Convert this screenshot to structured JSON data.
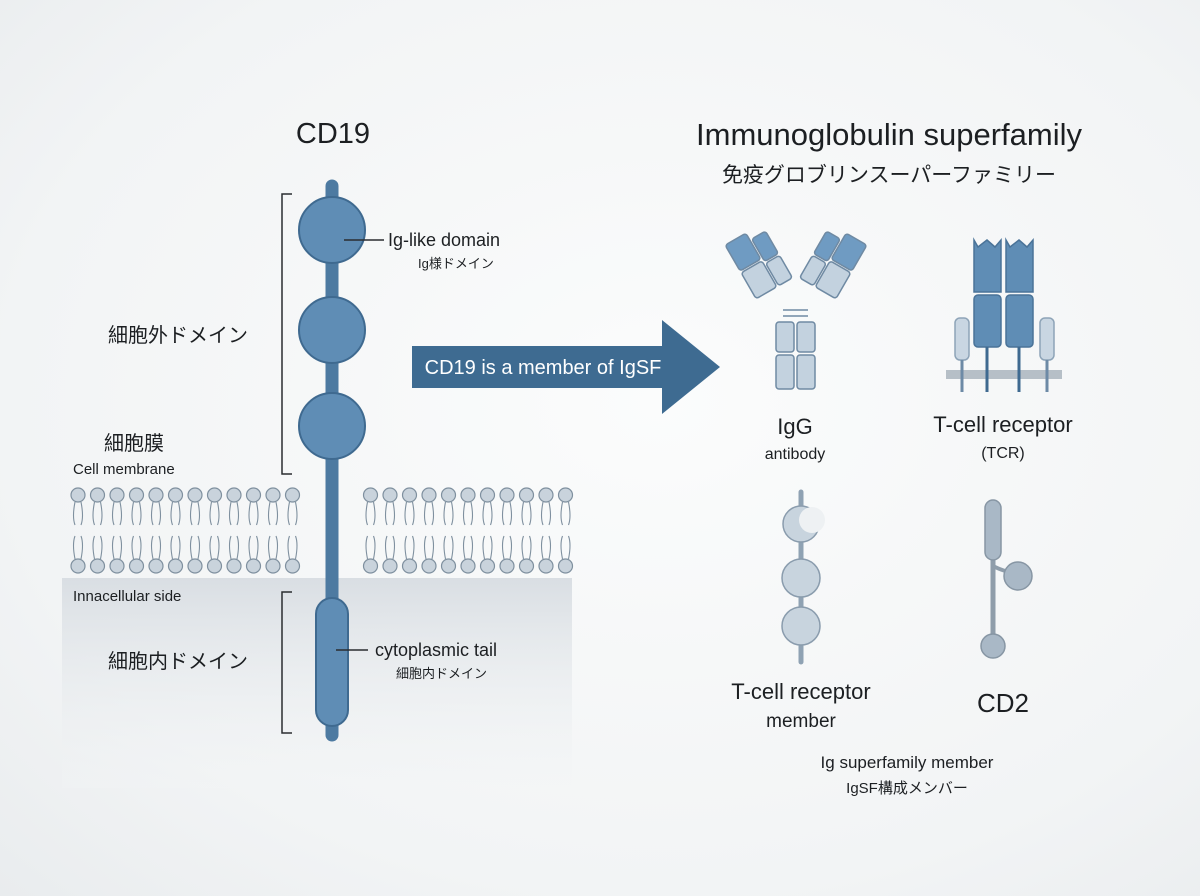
{
  "cd19": {
    "title": "CD19",
    "ig_domain_label": "Ig-like domain",
    "ig_domain_label_ja": "Ig様ドメイン",
    "extracellular_label": "細胞外ドメイン",
    "membrane_label_ja": "細胞膜",
    "membrane_label": "Cell membrane",
    "intracellular_side_label": "Innacellular side",
    "intracellular_label": "細胞内ドメイン",
    "tail_label": "cytoplasmic tail",
    "tail_label_ja": "細胞内ドメイン"
  },
  "arrow": {
    "text": "CD19 is a member of IgSF"
  },
  "igsf": {
    "title": "Immunoglobulin superfamily",
    "title_ja": "免疫グロブリンスーパーファミリー",
    "igg_name": "IgG",
    "igg_sub": "antibody",
    "tcr_name": "T-cell receptor",
    "tcr_sub": "(TCR)",
    "tcr_member_line1": "T-cell  receptor",
    "tcr_member_line2": "member",
    "cd2_name": "CD2",
    "footer": "Ig superfamily member",
    "footer_ja": "IgSF構成メンバー"
  },
  "colors": {
    "domain_blue": "#5f8db5",
    "domain_stroke": "#3f6a90",
    "light_blue": "#b9cde0",
    "gray_blue": "#a9b8c6",
    "arrow_blue": "#3e6b91",
    "lipid_head": "#c9d3dc"
  }
}
